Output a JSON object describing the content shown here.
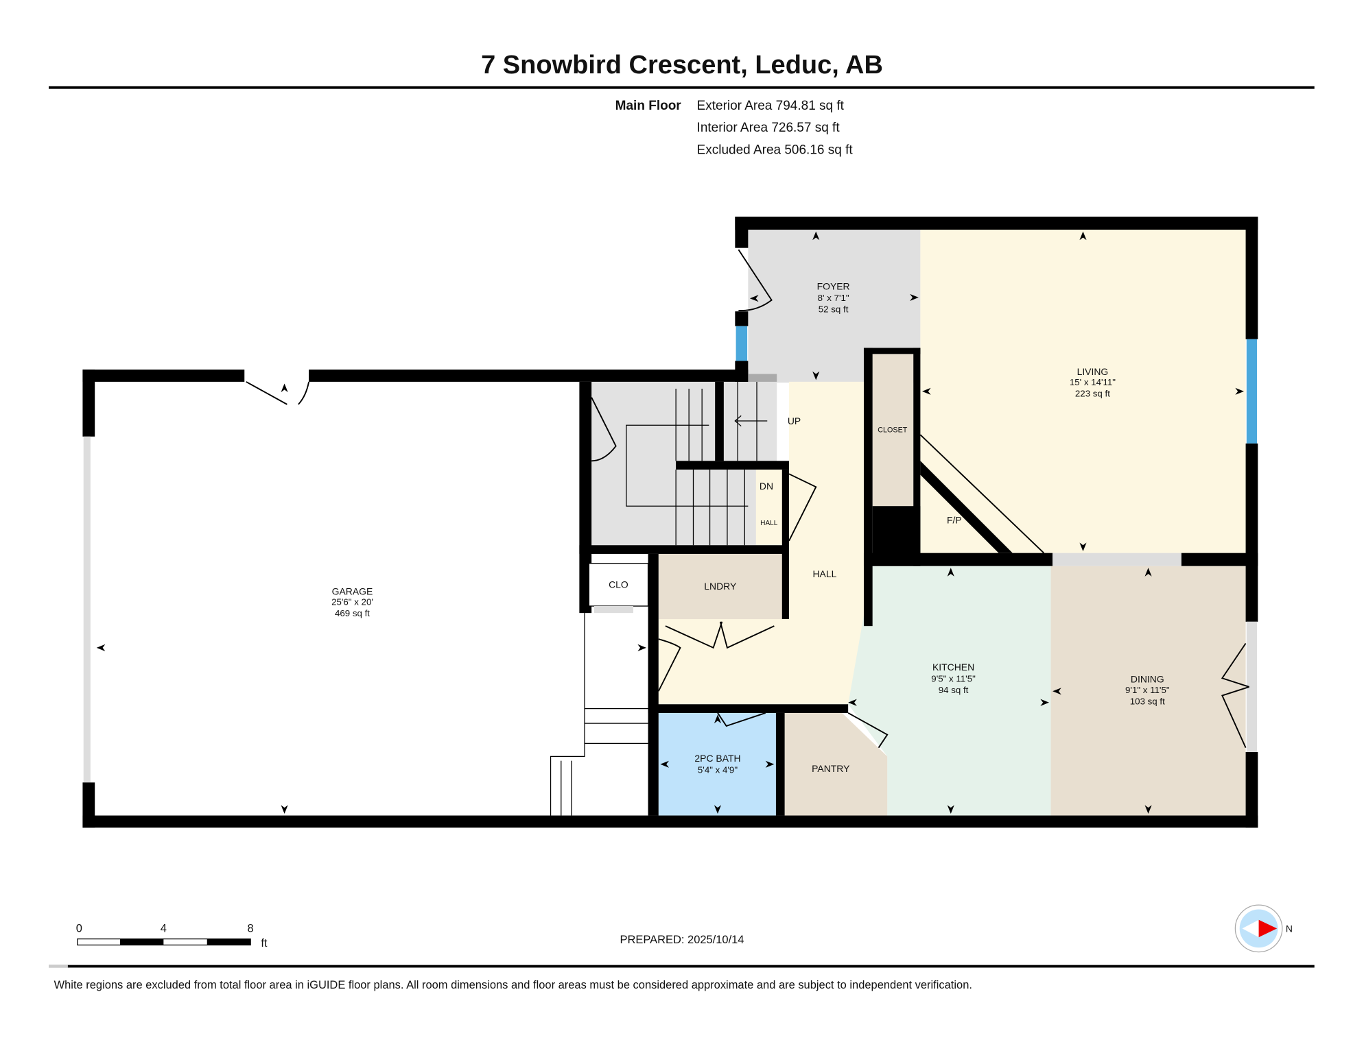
{
  "title": "7 Snowbird Crescent, Leduc, AB",
  "floor": {
    "name": "Main Floor",
    "exterior_area": "Exterior Area 794.81 sq ft",
    "interior_area": "Interior Area 726.57 sq ft",
    "excluded_area": "Excluded Area 506.16 sq ft"
  },
  "rooms": {
    "foyer": {
      "name": "FOYER",
      "dims": "8' x 7'1\"",
      "area": "52 sq ft"
    },
    "living": {
      "name": "LIVING",
      "dims": "15' x 14'11\"",
      "area": "223 sq ft"
    },
    "garage": {
      "name": "GARAGE",
      "dims": "25'6\" x 20'",
      "area": "469 sq ft"
    },
    "kitchen": {
      "name": "KITCHEN",
      "dims": "9'5\" x 11'5\"",
      "area": "94 sq ft"
    },
    "dining": {
      "name": "DINING",
      "dims": "9'1\" x 11'5\"",
      "area": "103 sq ft"
    },
    "bath": {
      "name": "2PC BATH",
      "dims": "5'4\" x 4'9\""
    },
    "closet": "CLOSET",
    "fireplace": "F/P",
    "up": "UP",
    "down": "DN",
    "hall_small": "HALL",
    "hall": "HALL",
    "clo": "CLO",
    "laundry": "LNDRY",
    "pantry": "PANTRY"
  },
  "scale": {
    "ticks": [
      "0",
      "4",
      "8"
    ],
    "unit": "ft"
  },
  "prepared": "PREPARED: 2025/10/14",
  "compass_label": "N",
  "disclaimer": "White regions are excluded from total floor area in iGUIDE floor plans. All room dimensions and floor areas must be considered approximate and are subject to independent verification.",
  "colors": {
    "foyer": "#e0e0e0",
    "living": "#fdf7e1",
    "kitchen": "#e5f2ea",
    "dining": "#e8dfd0",
    "bath": "#bfe3fb",
    "window": "#4aa8dc"
  }
}
